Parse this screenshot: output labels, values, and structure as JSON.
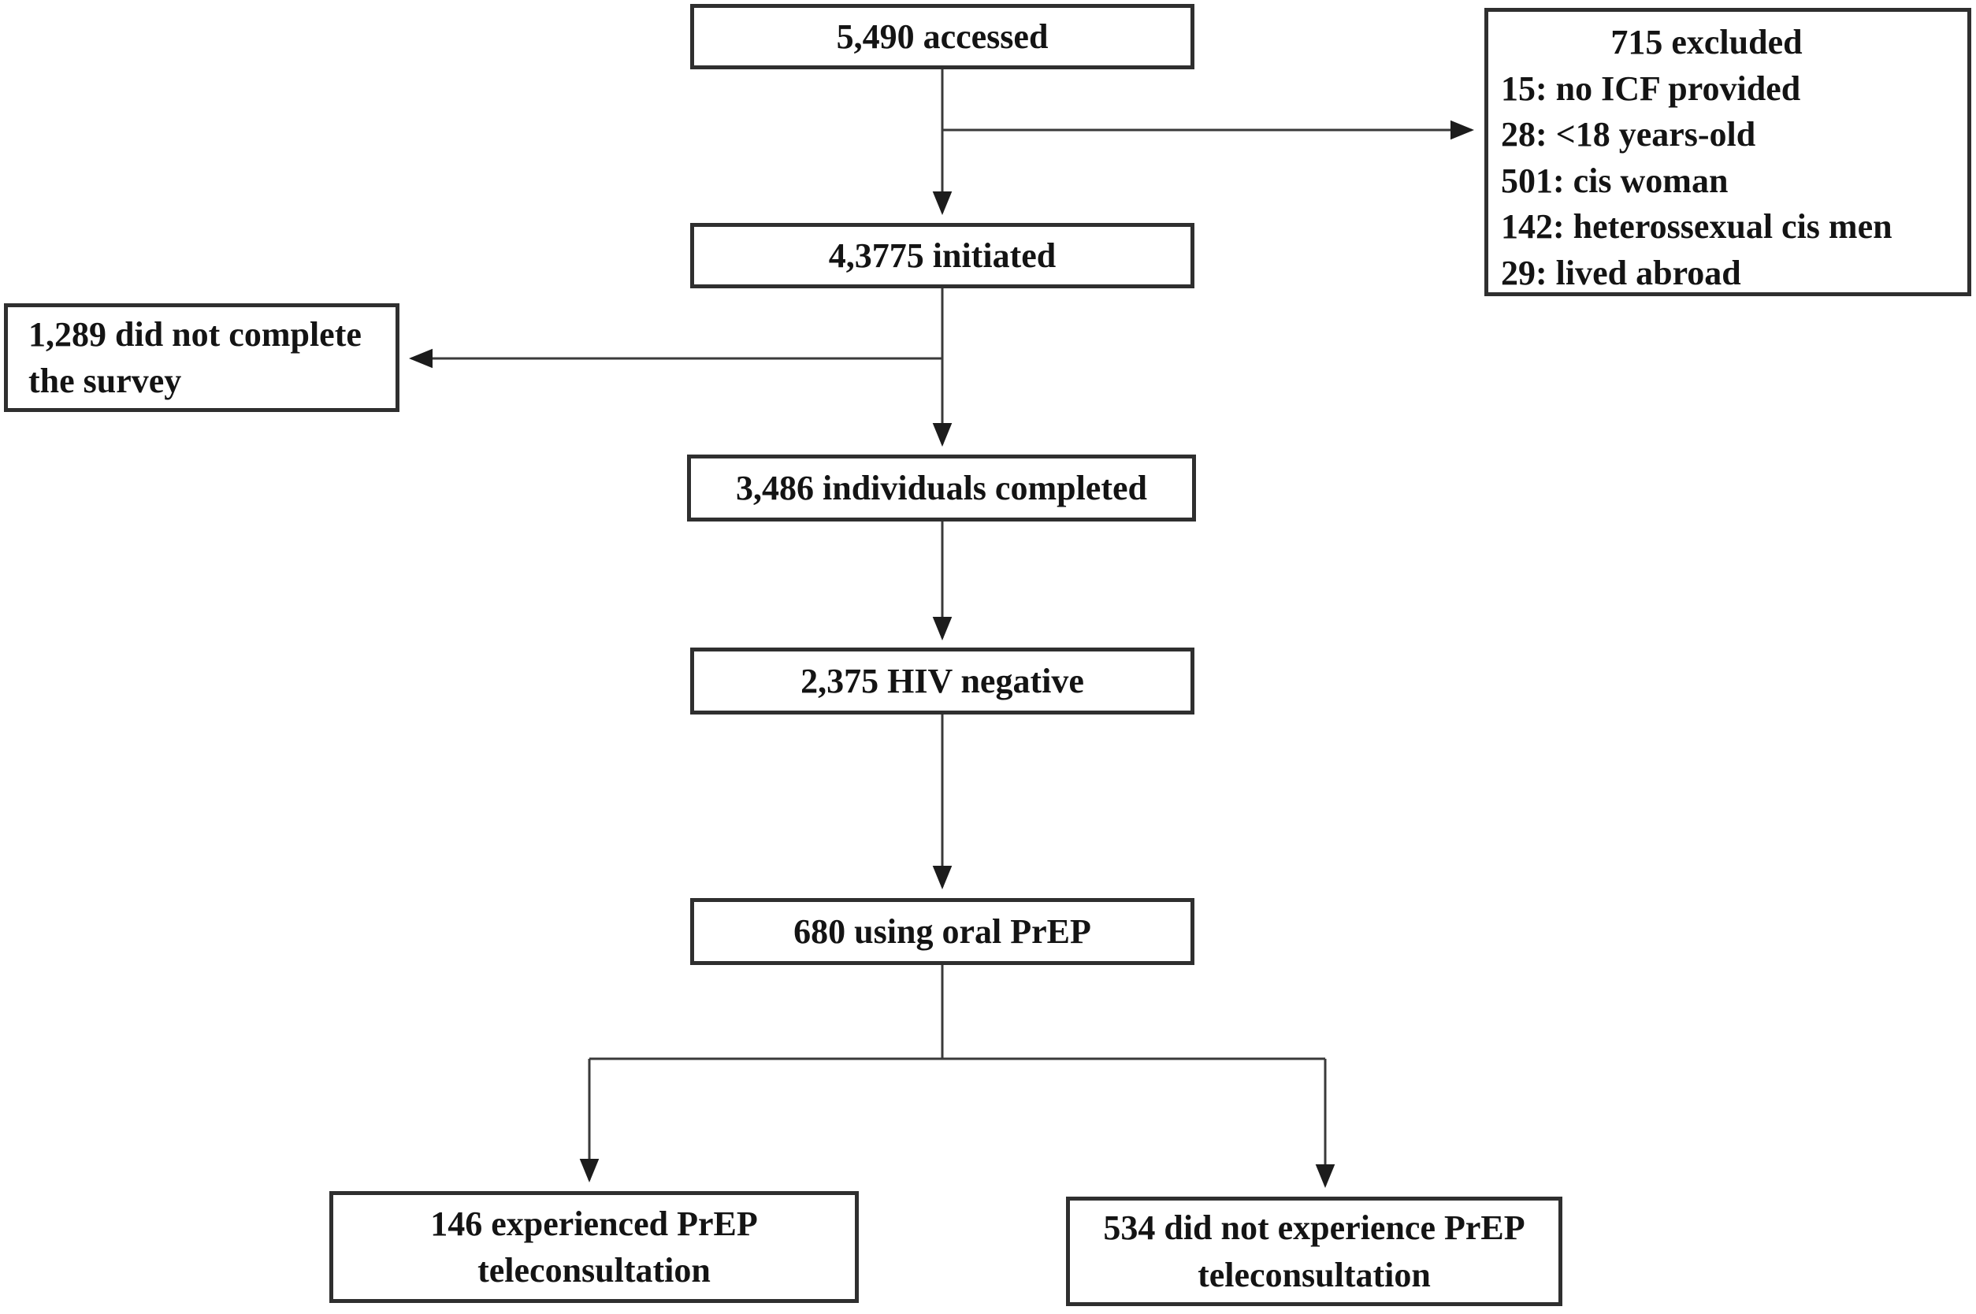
{
  "figure": {
    "background_color": "#ffffff",
    "box_border_color": "#2f2f2f",
    "connector_color": "#3a3a3a",
    "arrowhead_color": "#1c1c1c",
    "text_color": "#141414"
  },
  "nodes": {
    "accessed": {
      "label": "5,490 accessed"
    },
    "initiated": {
      "label": "4,3775 initiated"
    },
    "completed": {
      "label": "3,486 individuals completed"
    },
    "hiv_negative": {
      "label": "2,375 HIV negative"
    },
    "oral_prep": {
      "label": "680 using oral PrEP"
    },
    "tele_yes": {
      "label": "146 experienced PrEP teleconsultation"
    },
    "tele_no": {
      "label": "534 did not experience PrEP teleconsultation"
    },
    "not_completed": {
      "label": "1,289 did not complete the survey"
    },
    "excluded": {
      "title": "715 excluded",
      "items": [
        "15: no ICF provided",
        "28: <18 years-old",
        "501: cis woman",
        "142: heterossexual cis men",
        "29: lived abroad"
      ]
    }
  }
}
